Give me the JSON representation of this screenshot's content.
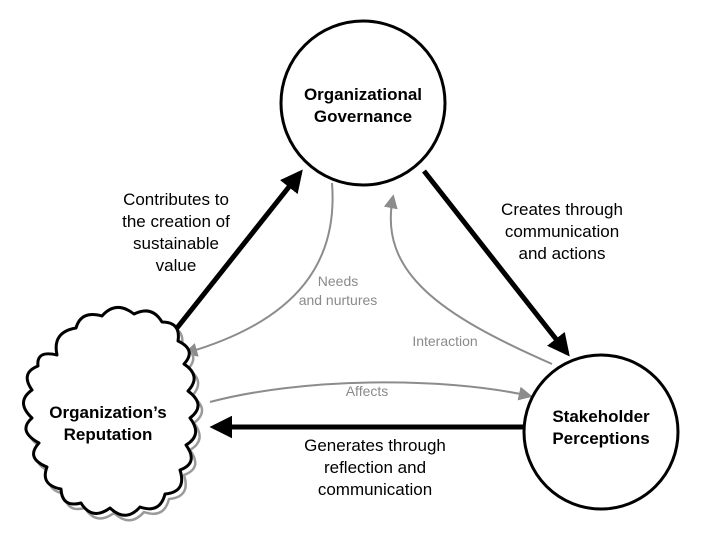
{
  "nodes": {
    "governance": {
      "line1": "Organizational",
      "line2": "Governance"
    },
    "stakeholder": {
      "line1": "Stakeholder",
      "line2": "Perceptions"
    },
    "reputation": {
      "line1": "Organization’s",
      "line2": "Reputation"
    }
  },
  "edges": {
    "contributes": {
      "line1": "Contributes to",
      "line2": "the creation of",
      "line3": "sustainable",
      "line4": "value"
    },
    "creates": {
      "line1": "Creates through",
      "line2": "communication",
      "line3": "and actions"
    },
    "generates": {
      "line1": "Generates through",
      "line2": "reflection and",
      "line3": "communication"
    },
    "needs": {
      "line1": "Needs",
      "line2": "and nurtures"
    },
    "interaction": {
      "line1": "Interaction"
    },
    "affects": {
      "line1": "Affects"
    }
  },
  "colors": {
    "strong_arrow": "#000000",
    "weak_arrow": "#8c8c8c",
    "node_fill": "#ffffff",
    "cloud_shadow": "#9a9a9a"
  }
}
